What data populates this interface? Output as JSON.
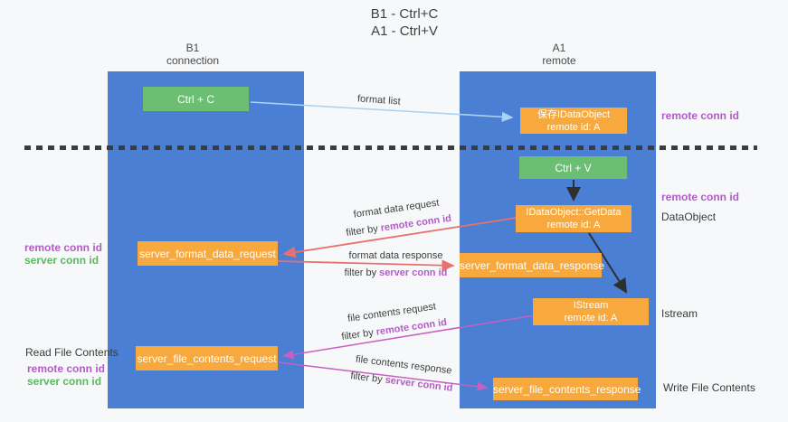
{
  "title": {
    "line1": "B1 - Ctrl+C",
    "line2": "A1 - Ctrl+V"
  },
  "lanes": {
    "left": {
      "title": "B1",
      "subtitle": "connection"
    },
    "right": {
      "title": "A1",
      "subtitle": "remote"
    }
  },
  "nodes": {
    "ctrl_c": {
      "label": "Ctrl + C"
    },
    "ctrl_v": {
      "label": "Ctrl + V"
    },
    "save_dataobject": {
      "line1": "保存IDataObject",
      "line2": "remote id: A"
    },
    "getdata": {
      "line1": "IDataObject::GetData",
      "line2": "remote id: A"
    },
    "istream": {
      "line1": "IStream",
      "line2": "remote id: A"
    },
    "format_request": {
      "label": "server_format_data_request"
    },
    "format_response": {
      "label": "server_format_data_response"
    },
    "file_request": {
      "label": "server_file_contents_request"
    },
    "file_response": {
      "label": "server_file_contents_response"
    }
  },
  "flow_labels": {
    "format_list": "format list",
    "format_request": {
      "line1": "format data request",
      "filter_prefix": "filter by ",
      "filter_key": "remote conn id"
    },
    "format_response": {
      "line1": "format data response",
      "filter_prefix": "filter by ",
      "filter_key": "server conn id"
    },
    "file_request": {
      "line1": "file contents request",
      "filter_prefix": "filter by ",
      "filter_key": "remote conn id"
    },
    "file_response": {
      "line1": "file contents response",
      "filter_prefix": "filter by ",
      "filter_key": "server conn id"
    }
  },
  "annotations": {
    "right_remote_conn_1": "remote conn id",
    "right_remote_conn_2": "remote conn id",
    "dataobject": "DataObject",
    "istream": "Istream",
    "write_file": "Write File Contents",
    "left_remote_conn_1": "remote conn id",
    "left_server_conn_1": "server conn id",
    "read_file": "Read File Contents",
    "left_remote_conn_2": "remote conn id",
    "left_server_conn_2": "server conn id"
  },
  "colors": {
    "lane_blue": "#4a7fd3",
    "node_orange": "#f7a93e",
    "node_green": "#6cbf72",
    "remote_purple": "#b35bc7",
    "server_green": "#5cb85f",
    "salmon_arrow": "#e87170",
    "magenta_arrow": "#c95fc2",
    "blue_arrow": "#a9d3f2",
    "black_arrow": "#2f2f2f"
  }
}
